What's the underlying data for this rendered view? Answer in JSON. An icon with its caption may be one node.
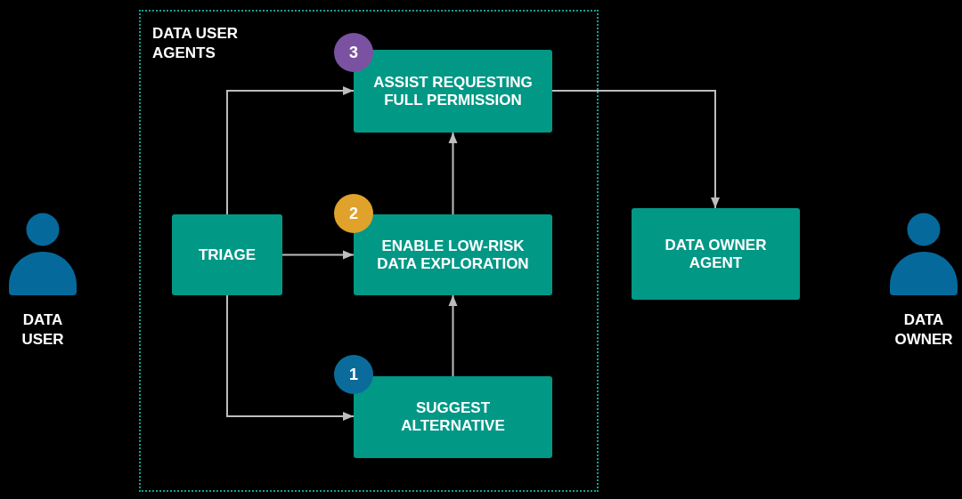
{
  "diagram": {
    "nodes": [
      {
        "text": [
          "DATA USER"
        ]
      },
      {
        "text": [
          "DATA USER AGENTS"
        ]
      },
      {
        "text": [
          "3"
        ],
        "in": 1
      },
      {
        "text": [
          "ASSIST REQUESTING FULL PERMISSION"
        ],
        "in": 1
      },
      {
        "text": [
          "TRIAGE"
        ],
        "in": 1
      },
      {
        "text": [
          "2"
        ],
        "in": 1
      },
      {
        "text": [
          "ENABLE LOW-RISK DATA EXPLORATION"
        ],
        "in": 1
      },
      {
        "text": [
          "1"
        ],
        "in": 1
      },
      {
        "text": [
          "SUGGEST ALTERNATIVE"
        ],
        "in": 1
      },
      {
        "text": [
          "DATA OWNER AGENT"
        ]
      },
      {
        "text": [
          "DATA OWNER"
        ]
      }
    ],
    "edges": [
      {
        "from": 4,
        "to": 3,
        "arrow": "to"
      },
      {
        "from": 4,
        "to": 6,
        "arrow": "to"
      },
      {
        "from": 4,
        "to": 8,
        "arrow": "to"
      },
      {
        "from": 8,
        "to": 6,
        "arrow": "to"
      },
      {
        "from": 6,
        "to": 3,
        "arrow": "to"
      },
      {
        "from": 3,
        "to": 9,
        "arrow": "to"
      }
    ]
  }
}
